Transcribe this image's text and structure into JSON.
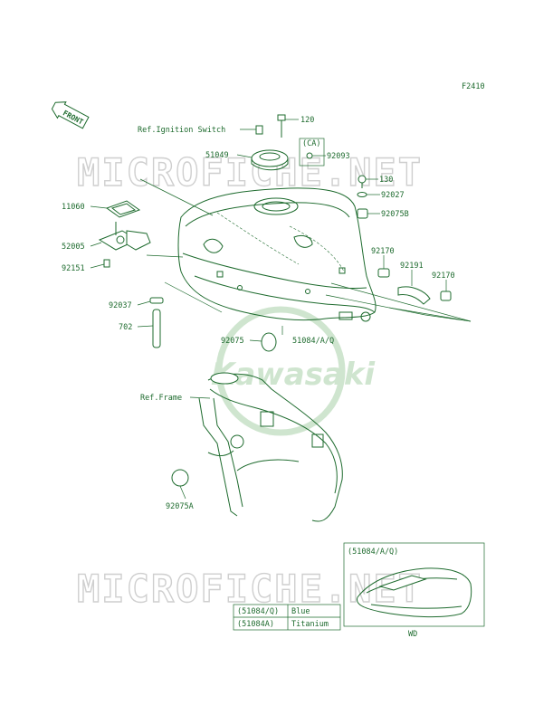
{
  "figure_code": "F2410",
  "front_badge": "FRONT",
  "watermark": "MICROFICHE.NET",
  "logo_text": "Kawasaki",
  "ca_label": "(CA)",
  "parts": {
    "ref_ignition_switch": "Ref.Ignition Switch",
    "p120": "120",
    "p51049": "51049",
    "p92093": "92093",
    "p130": "130",
    "p92027": "92027",
    "p92075b": "92075B",
    "p11060": "11060",
    "p52005": "52005",
    "p92151": "92151",
    "p92170a": "92170",
    "p92191": "92191",
    "p92170b": "92170",
    "p92037": "92037",
    "p702": "702",
    "p92075": "92075",
    "p51084": "51084/A/Q",
    "ref_frame": "Ref.Frame",
    "p92075a": "92075A"
  },
  "inset": {
    "title": "(51084/A/Q)",
    "caption": "WD"
  },
  "color_table": [
    {
      "code": "(51084/Q)",
      "color": "Blue"
    },
    {
      "code": "(51084A)",
      "color": "Titanium"
    }
  ],
  "colors": {
    "line": "#1e6b2e",
    "watermark": "#cfcfcf",
    "logo": "#cfe5cf"
  }
}
